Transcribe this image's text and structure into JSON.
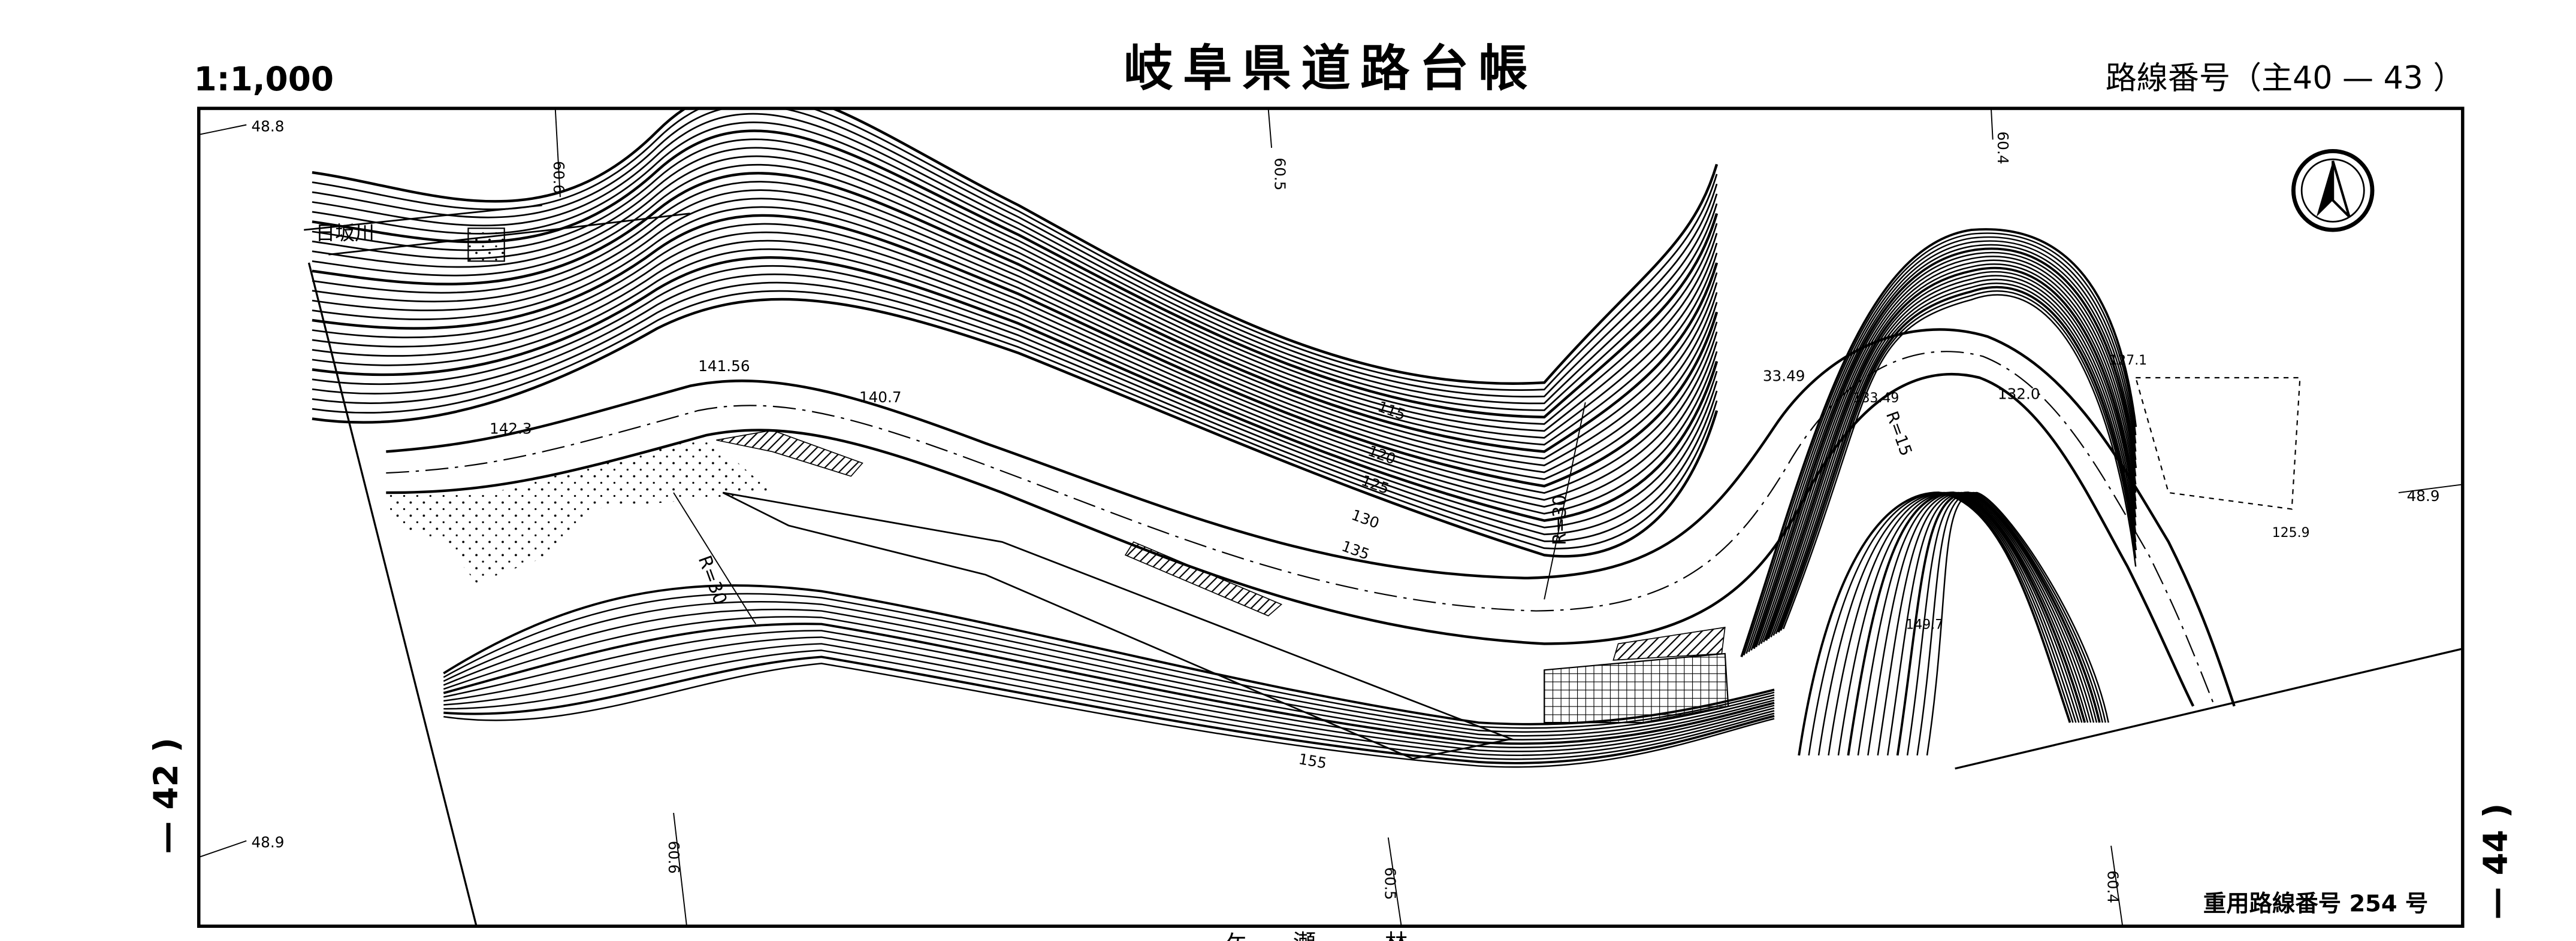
{
  "header": {
    "scale": "1:1,000",
    "title": "岐阜県道路台帳",
    "route_number_label": "路線番号（主40 — 43 ）"
  },
  "footer": {
    "overlap_route_label": "重用路線番号 254 号",
    "bottom_fragment": "ケ　　瀬　　　林"
  },
  "sheet_neighbors": {
    "left": "— 42 )",
    "right": "— 44 )"
  },
  "grid_labels": {
    "left_top": "48.8",
    "left_bottom": "48.9",
    "right_mid": "48.9",
    "top_1": "60.6",
    "top_2": "60.5",
    "top_3": "60.4",
    "bottom_1": "60.6",
    "bottom_2": "60.5",
    "bottom_3": "60.4"
  },
  "map": {
    "river": "日坂川",
    "north_arrow": "north-arrow",
    "elevations": [
      "141.56",
      "140.7",
      "142.3",
      "33.49",
      "133.49",
      "132.0",
      "127.1",
      "125.9",
      "149.7"
    ],
    "contours": [
      "115",
      "120",
      "125",
      "130",
      "135",
      "155"
    ],
    "curve_radii": [
      "R=30",
      "R=30",
      "R=15"
    ]
  },
  "colors": {
    "ink": "#000000",
    "paper": "#ffffff"
  }
}
